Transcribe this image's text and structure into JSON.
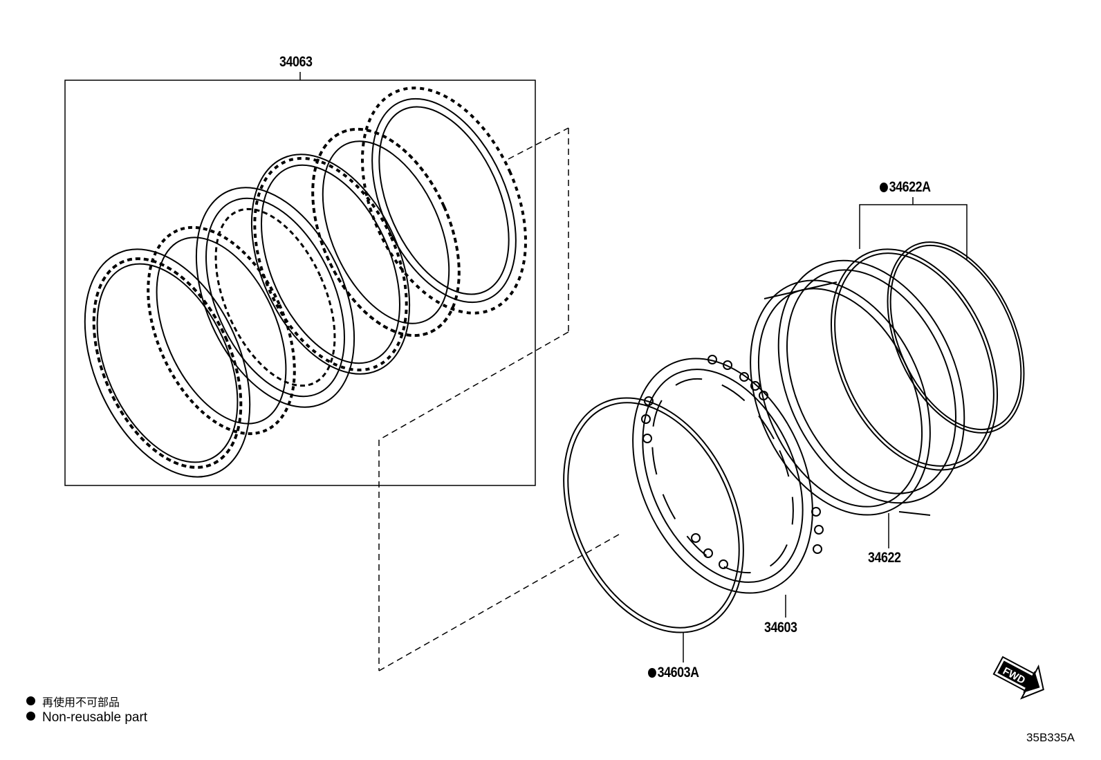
{
  "parts": {
    "kit": "34063",
    "seal_kit_top": "34622A",
    "piston": "34622",
    "clutch_drum_plate": "34603",
    "seal_bottom": "34603A"
  },
  "legend": {
    "jp": "再使用不可部品",
    "en": "Non-reusable part",
    "marker": "filled-circle"
  },
  "direction": "FWD",
  "diagram_code": "35B335A"
}
